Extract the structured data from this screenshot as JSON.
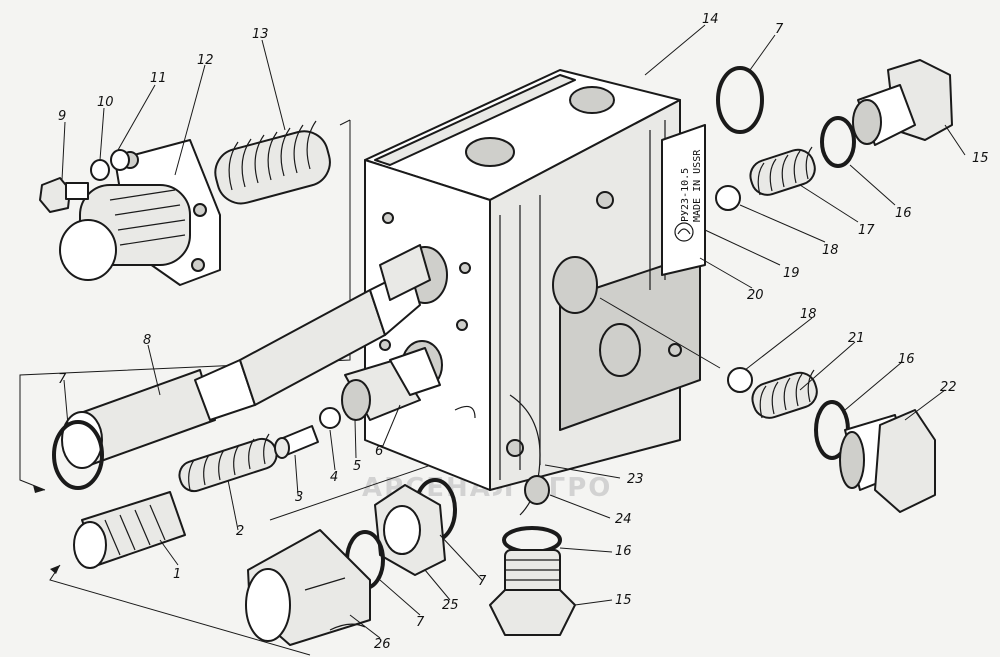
{
  "labels": {
    "n1": "1",
    "n2": "2",
    "n3": "3",
    "n4": "4",
    "n5": "5",
    "n6": "6",
    "n7a": "7",
    "n7b": "7",
    "n7c": "7",
    "n7d": "7",
    "n8": "8",
    "n9": "9",
    "n10": "10",
    "n11": "11",
    "n12": "12",
    "n13": "13",
    "n14": "14",
    "n15a": "15",
    "n15b": "15",
    "n16a": "16",
    "n16b": "16",
    "n16c": "16",
    "n17": "17",
    "n18a": "18",
    "n18b": "18",
    "n19": "19",
    "n20": "20",
    "n21": "21",
    "n22": "22",
    "n23": "23",
    "n24": "24",
    "n25": "25",
    "n26": "26"
  },
  "plate": {
    "line1": "РУ23-10.5",
    "line2": "MADE IN USSR"
  },
  "watermark": {
    "text": "АРСЕНАЛ АГРО"
  },
  "colors": {
    "ink": "#1a1a1a",
    "paper": "#f4f4f2",
    "watermark_red": "#e25555"
  }
}
